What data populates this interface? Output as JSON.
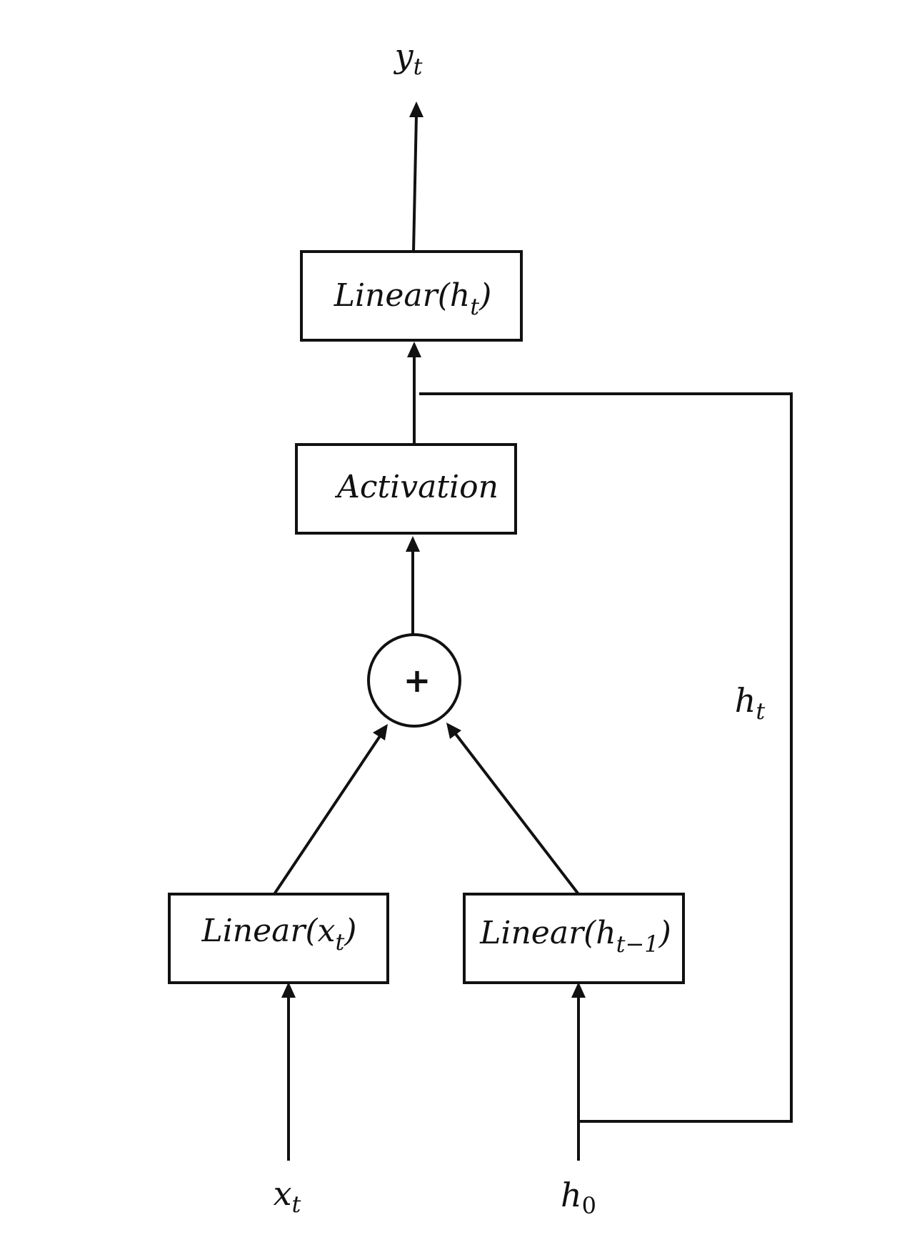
{
  "diagram": {
    "nodes": {
      "linear_out": {
        "base": "Linear(h",
        "sub": "t",
        "close": ")"
      },
      "activation": {
        "text": "Activation"
      },
      "sum": {
        "symbol": "+"
      },
      "linear_x": {
        "base": "Linear(x",
        "sub": "t",
        "close": ")"
      },
      "linear_h": {
        "base": "Linear(h",
        "sub": "t−1",
        "close": ")"
      }
    },
    "labels": {
      "output": {
        "base": "y",
        "sub": "t"
      },
      "input_x": {
        "base": "x",
        "sub": "t"
      },
      "input_h0": {
        "base": "h",
        "sub": "0"
      },
      "recurrent": {
        "base": "h",
        "sub": "t"
      }
    },
    "colors": {
      "stroke": "#111111",
      "background": "#ffffff"
    }
  }
}
